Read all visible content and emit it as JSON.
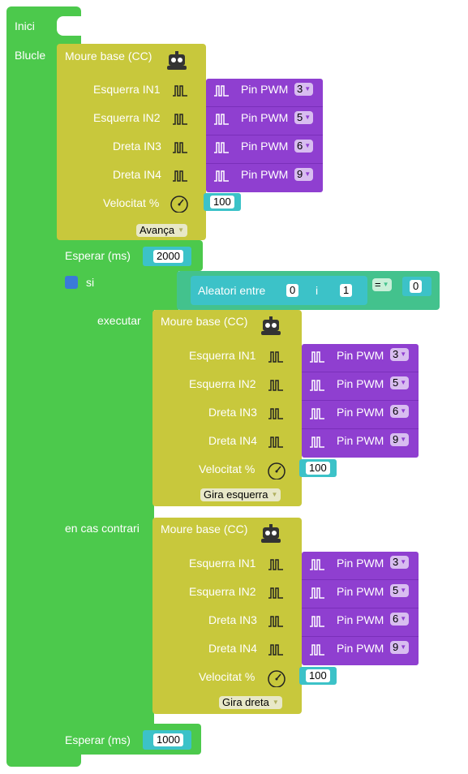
{
  "labels": {
    "start": "Inici",
    "loop": "Blucle",
    "if": "si",
    "then": "executar",
    "else": "en cas contrari",
    "wait": "Esperar (ms)",
    "random_between": "Aleatori entre",
    "and": "i",
    "move_base": "Moure base (CC)",
    "pin_pwm": "Pin PWM",
    "speed": "Velocitat %"
  },
  "wait_values": [
    "2000",
    "1000"
  ],
  "condition": {
    "min": "0",
    "max": "1",
    "operator": "=",
    "compare": "0"
  },
  "move_blocks": [
    {
      "inputs": [
        {
          "label": "Esquerra IN1",
          "pin": "3"
        },
        {
          "label": "Esquerra IN2",
          "pin": "5"
        },
        {
          "label": "Dreta IN3",
          "pin": "6"
        },
        {
          "label": "Dreta IN4",
          "pin": "9"
        }
      ],
      "speed": "100",
      "direction": "Avança"
    },
    {
      "inputs": [
        {
          "label": "Esquerra IN1",
          "pin": "3"
        },
        {
          "label": "Esquerra IN2",
          "pin": "5"
        },
        {
          "label": "Dreta IN3",
          "pin": "6"
        },
        {
          "label": "Dreta IN4",
          "pin": "9"
        }
      ],
      "speed": "100",
      "direction": "Gira esquerra"
    },
    {
      "inputs": [
        {
          "label": "Esquerra IN1",
          "pin": "3"
        },
        {
          "label": "Esquerra IN2",
          "pin": "5"
        },
        {
          "label": "Dreta IN3",
          "pin": "6"
        },
        {
          "label": "Dreta IN4",
          "pin": "9"
        }
      ],
      "speed": "100",
      "direction": "Gira dreta"
    }
  ],
  "colors": {
    "loop": "#4cc94c",
    "motor": "#c8c83c",
    "pin": "#8f3fd0",
    "math": "#3cc2c8",
    "logic": "#43c28d"
  },
  "icons": [
    "pwm-signal-icon",
    "robot-icon",
    "speedometer-icon",
    "gear-icon",
    "dropdown-arrow-icon"
  ]
}
